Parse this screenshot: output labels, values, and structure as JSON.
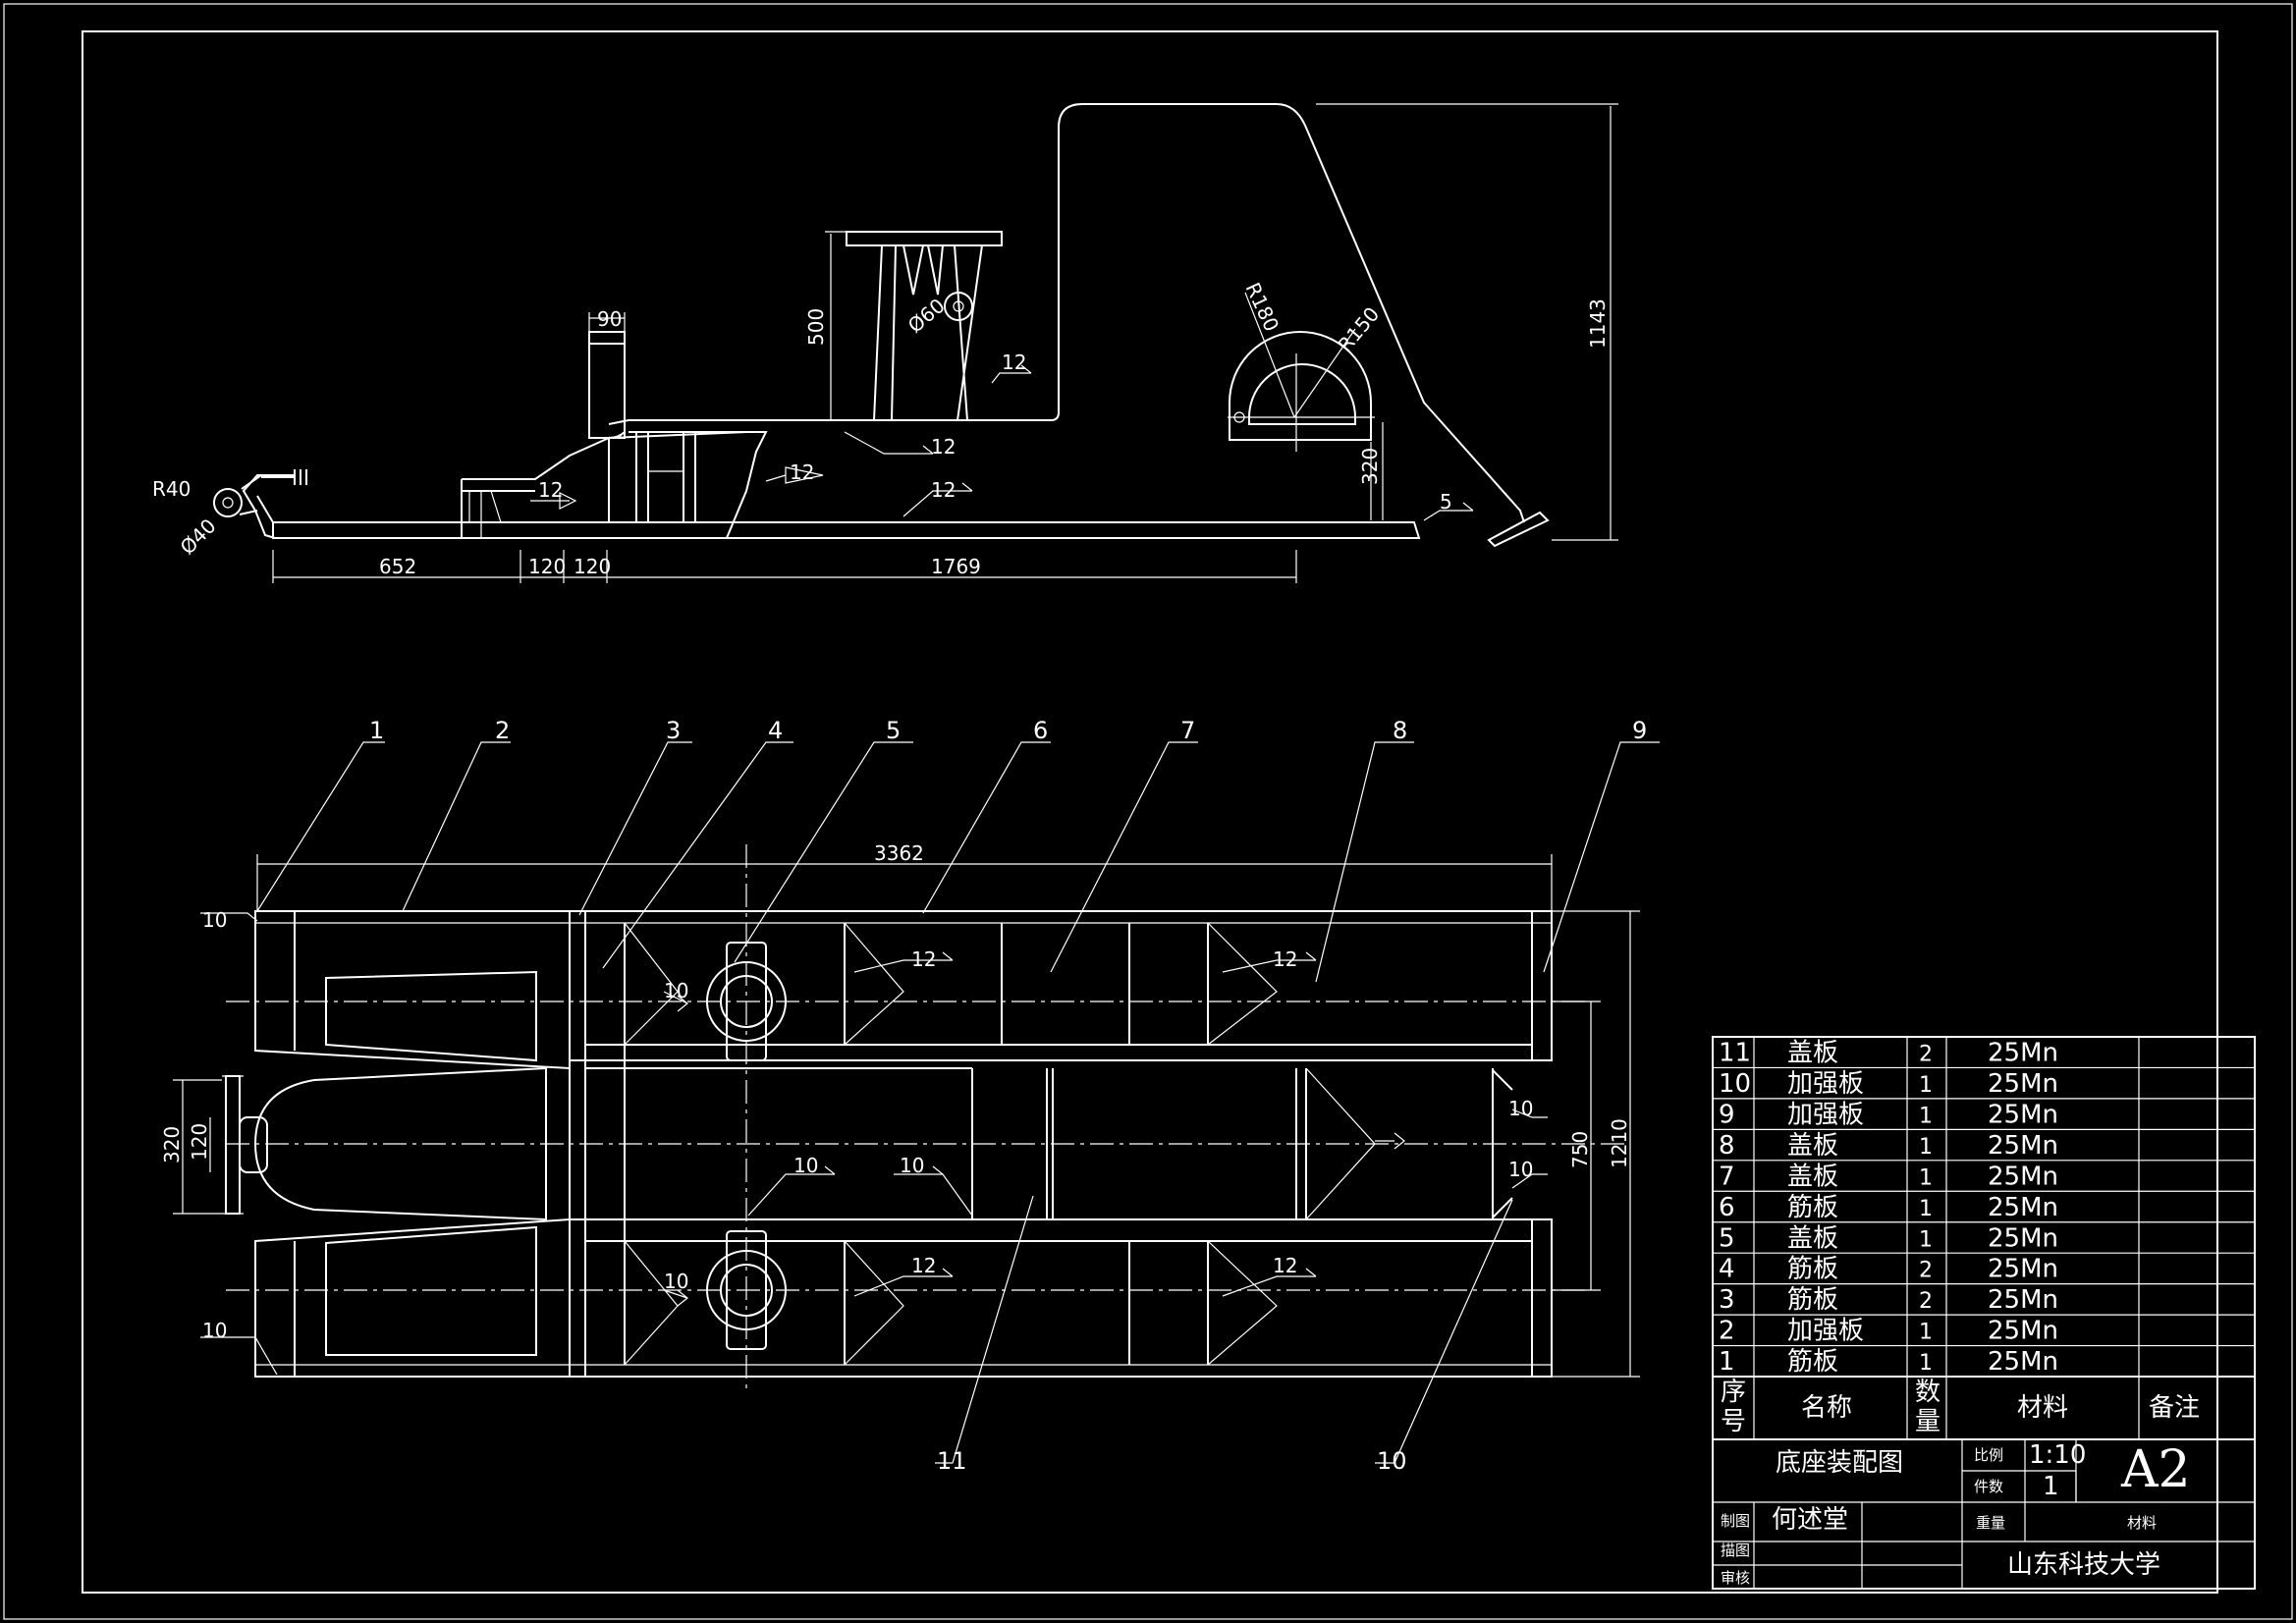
{
  "dimensions": {
    "d90": "90",
    "d500": "500",
    "d60": "Ø60",
    "d1143": "1143",
    "r180": "R180",
    "r150": "R150",
    "d320a": "320",
    "r40": "R40",
    "d40": "Ø40",
    "d652": "652",
    "d120a": "120",
    "d120b": "120",
    "d1769": "1769",
    "d3362": "3362",
    "d320b": "320",
    "d120c": "120",
    "d750": "750",
    "d1210": "1210"
  },
  "welds": {
    "w12a": "12",
    "w12b": "12",
    "w12c": "12",
    "w12d": "12",
    "w12e": "12",
    "w5": "5",
    "w10a": "10",
    "w10b": "10",
    "w10c": "10",
    "w10d": "10",
    "w10e": "10",
    "w10f": "10",
    "w10g": "10",
    "w10h": "10",
    "w12f": "12",
    "w12g": "12",
    "w12h": "12",
    "w12i": "12"
  },
  "balloons": [
    "1",
    "2",
    "3",
    "4",
    "5",
    "6",
    "7",
    "8",
    "9",
    "11",
    "10"
  ],
  "bom": {
    "rows": [
      {
        "no": "11",
        "name": "盖板",
        "qty": "2",
        "material": "25Mn",
        "note": ""
      },
      {
        "no": "10",
        "name": "加强板",
        "qty": "1",
        "material": "25Mn",
        "note": ""
      },
      {
        "no": "9",
        "name": "加强板",
        "qty": "1",
        "material": "25Mn",
        "note": ""
      },
      {
        "no": "8",
        "name": "盖板",
        "qty": "1",
        "material": "25Mn",
        "note": ""
      },
      {
        "no": "7",
        "name": "盖板",
        "qty": "1",
        "material": "25Mn",
        "note": ""
      },
      {
        "no": "6",
        "name": "筋板",
        "qty": "1",
        "material": "25Mn",
        "note": ""
      },
      {
        "no": "5",
        "name": "盖板",
        "qty": "1",
        "material": "25Mn",
        "note": ""
      },
      {
        "no": "4",
        "name": "筋板",
        "qty": "2",
        "material": "25Mn",
        "note": ""
      },
      {
        "no": "3",
        "name": "筋板",
        "qty": "2",
        "material": "25Mn",
        "note": ""
      },
      {
        "no": "2",
        "name": "加强板",
        "qty": "1",
        "material": "25Mn",
        "note": ""
      },
      {
        "no": "1",
        "name": "筋板",
        "qty": "1",
        "material": "25Mn",
        "note": ""
      }
    ],
    "header": {
      "no_1": "序",
      "no_2": "号",
      "name": "名称",
      "qty_1": "数",
      "qty_2": "量",
      "material": "材料",
      "note": "备注"
    }
  },
  "title_block": {
    "drawing_name": "底座装配图",
    "scale_label": "比例",
    "scale": "1:10",
    "pieces_label": "件数",
    "pieces": "1",
    "weight_label": "重量",
    "material_label": "材料",
    "sheet_size": "A2",
    "drawn_label": "制图",
    "drawn_by": "何述堂",
    "traced_label": "描图",
    "checked_label": "审核",
    "school": "山东科技大学"
  }
}
